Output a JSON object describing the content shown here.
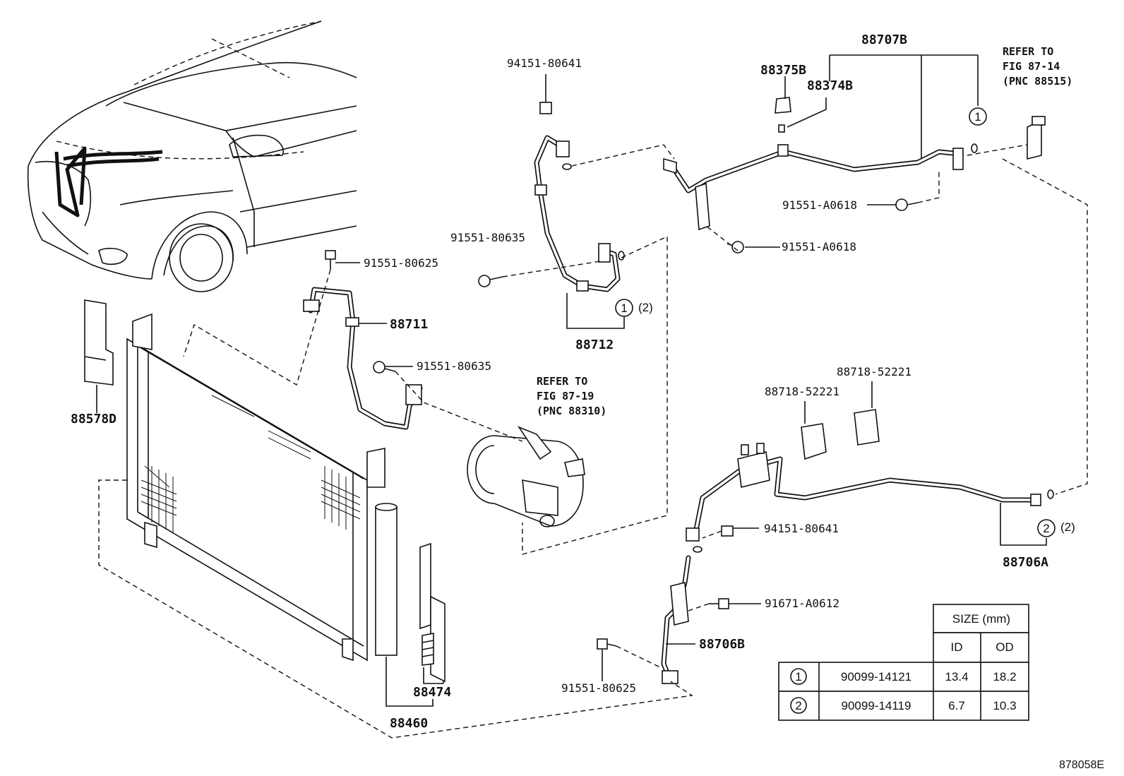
{
  "parts": {
    "p88707B": "88707B",
    "p88375B": "88375B",
    "p88374B": "88374B",
    "p94151_80641_top": "94151-80641",
    "p91551_A0618_a": "91551-A0618",
    "p91551_A0618_b": "91551-A0618",
    "p91551_80635_a": "91551-80635",
    "p91551_80625_a": "91551-80625",
    "p88711": "88711",
    "p88712": "88712",
    "p91551_80635_b": "91551-80635",
    "p88578D": "88578D",
    "p88718_52221_a": "88718-52221",
    "p88718_52221_b": "88718-52221",
    "p94151_80641_b": "94151-80641",
    "p88706A": "88706A",
    "p91671_A0612": "91671-A0612",
    "p88706B": "88706B",
    "p91551_80625_b": "91551-80625",
    "p88474": "88474",
    "p88460": "88460"
  },
  "refs": {
    "fig_87_14": {
      "line1": "REFER TO",
      "line2": "FIG 87-14",
      "line3": "(PNC 88515)"
    },
    "fig_87_19": {
      "line1": "REFER TO",
      "line2": "FIG 87-19",
      "line3": "(PNC 88310)"
    }
  },
  "callouts": {
    "c1_top": "1",
    "c1_mid": "1",
    "c1_mid_qty": "(2)",
    "c2": "2",
    "c2_qty": "(2)"
  },
  "size_table": {
    "title": "SIZE (mm)",
    "col_id": "ID",
    "col_od": "OD",
    "rows": [
      {
        "mark": "1",
        "part": "90099-14121",
        "id": "13.4",
        "od": "18.2"
      },
      {
        "mark": "2",
        "part": "90099-14119",
        "id": "6.7",
        "od": "10.3"
      }
    ]
  },
  "figure_id": "878058E"
}
